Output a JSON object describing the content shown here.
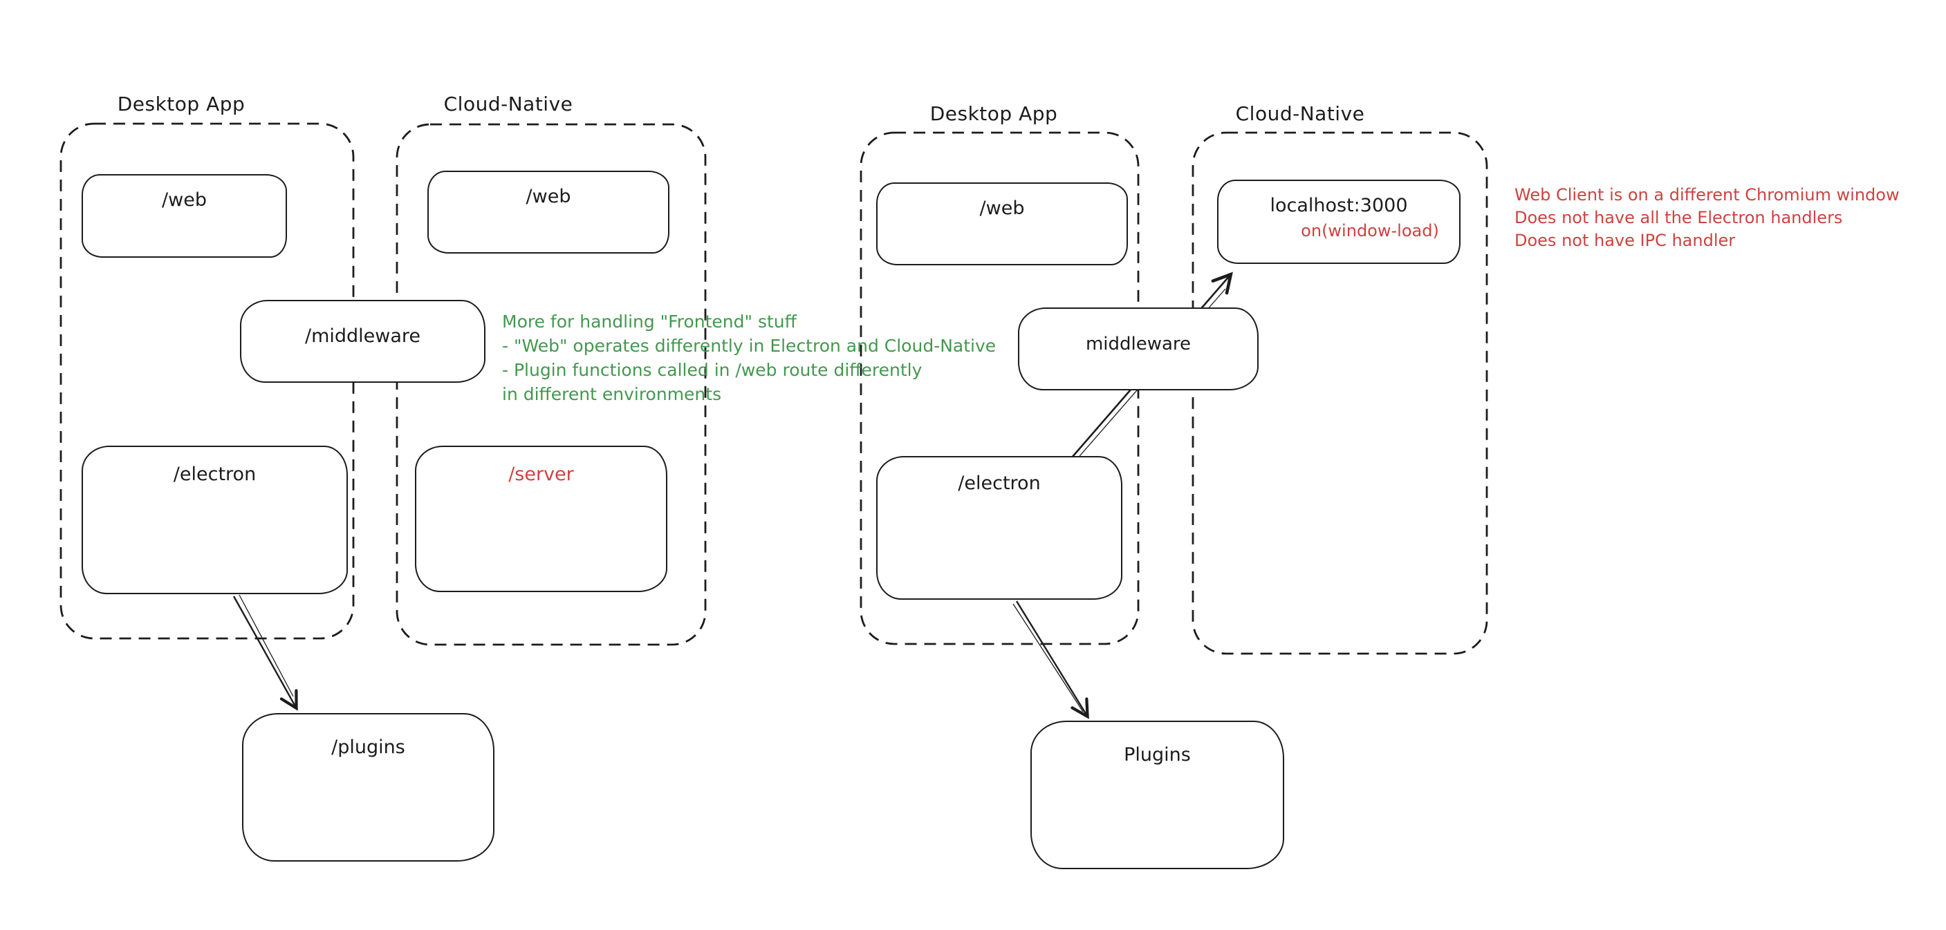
{
  "colors": {
    "stroke": "#1c1c1c",
    "green": "#43984e",
    "red": "#cc4340",
    "background": "#ffffff"
  },
  "left_diagram": {
    "desktop_label": "Desktop App",
    "cloud_label": "Cloud-Native",
    "desktop_web": "/web",
    "cloud_web": "/web",
    "middleware": "/middleware",
    "electron": "/electron",
    "server": "/server",
    "plugins": "/plugins",
    "green_note": [
      "More for handling \"Frontend\" stuff",
      "- \"Web\" operates differently in Electron and Cloud-Native",
      "- Plugin functions called in /web route differently",
      "in different environments"
    ]
  },
  "right_diagram": {
    "desktop_label": "Desktop App",
    "cloud_label": "Cloud-Native",
    "desktop_web": "/web",
    "middleware": "middleware",
    "electron": "/electron",
    "localhost": "localhost:3000",
    "window_load": "on(window-load)",
    "plugins": "Plugins",
    "red_note": [
      "Web Client is on a different Chromium window",
      "Does not have all the Electron handlers",
      "Does not have IPC handler"
    ]
  }
}
